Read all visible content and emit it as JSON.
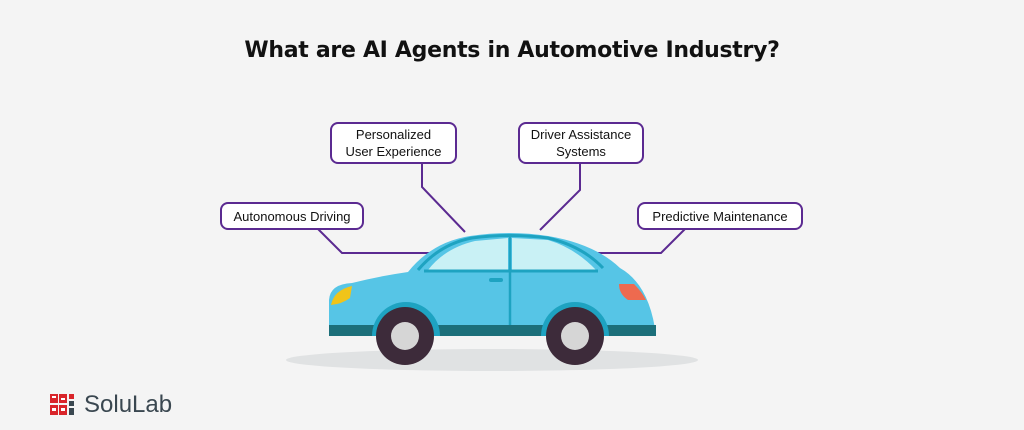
{
  "title": "What are AI Agents in Automotive Industry?",
  "nodes": {
    "autonomous_driving": "Autonomous Driving",
    "personalized_ux": "Personalized\nUser Experience",
    "driver_assistance": "Driver Assistance\nSystems",
    "predictive_maintenance": "Predictive Maintenance"
  },
  "center_image": "car-illustration",
  "colors": {
    "background": "#f4f4f4",
    "box_border": "#5b2a91",
    "connector": "#5b2a91",
    "car_body": "#56c5e6",
    "car_window": "#c9f1f5",
    "car_trim": "#1ea3c1",
    "car_skirt": "#1c6f7a",
    "tire": "#3d2b3a",
    "hubcap": "#d6d6d6",
    "headlight": "#f0c419",
    "taillight": "#ee6a4f",
    "shadow": "#e0e2e3"
  },
  "brand": {
    "name": "SoluLab"
  }
}
